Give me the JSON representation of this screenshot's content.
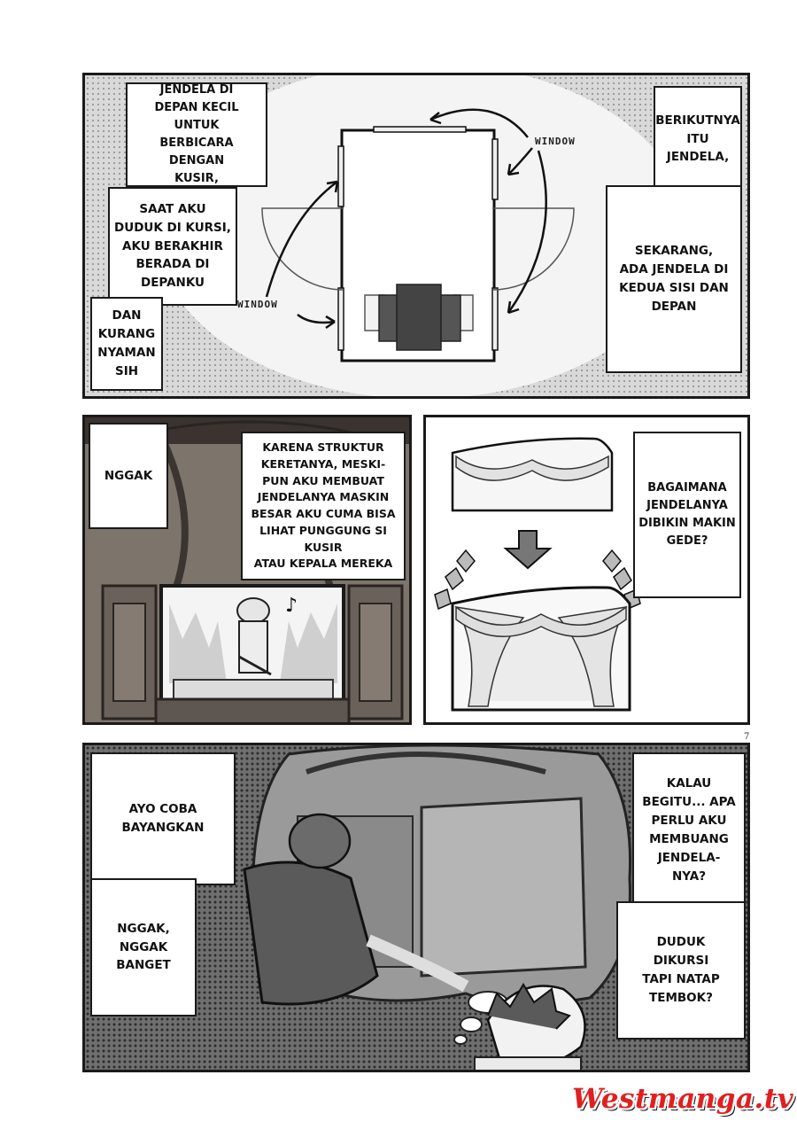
{
  "panel1": {
    "left_bubble_1": "JENDELA DI\nDEPAN KECIL UNTUK\nBERBICARA DENGAN\nKUSIR,",
    "left_bubble_2": "SAAT AKU\nDUDUK DI KURSI,\nAKU BERAKHIR\nBERADA DI\nDEPANKU",
    "left_bubble_3": "DAN\nKURANG\nNYAMAN\nSIH",
    "right_bubble_1": "BERIKUTNYA\nITU JENDELA,",
    "right_bubble_2": "SEKARANG,\nADA JENDELA DI\nKEDUA SISI DAN\nDEPAN",
    "label_window_top": "WINDOW",
    "label_window_left": "WINDOW"
  },
  "panel2": {
    "bubble_nggak": "NGGAK",
    "bubble_struktur": "KARENA STRUKTUR\nKERETANYA, MESKI-\nPUN AKU MEMBUAT\nJENDELANYA MASKIN\nBESAR AKU CUMA BISA\nLIHAT PUNGGUNG SI KUSIR\nATAU KEPALA MEREKA",
    "music_note": "♪"
  },
  "panel3": {
    "bubble_bagaimana": "BAGAIMANA\nJENDELANYA\nDIBIKIN MAKIN\nGEDE?"
  },
  "page_number": "7",
  "panel4": {
    "bubble_ayo": "AYO COBA\nBAYANGKAN",
    "bubble_nggak_banget": "NGGAK,\nNGGAK\nBANGET",
    "bubble_kalau": "KALAU\nBEGITU... APA\nPERLU AKU\nMEMBUANG\nJENDELA-\nNYA?",
    "bubble_duduk": "DUDUK\nDIKURSI\nTAPI NATAP\nTEMBOK?"
  },
  "watermark": "Westmanga.tv"
}
